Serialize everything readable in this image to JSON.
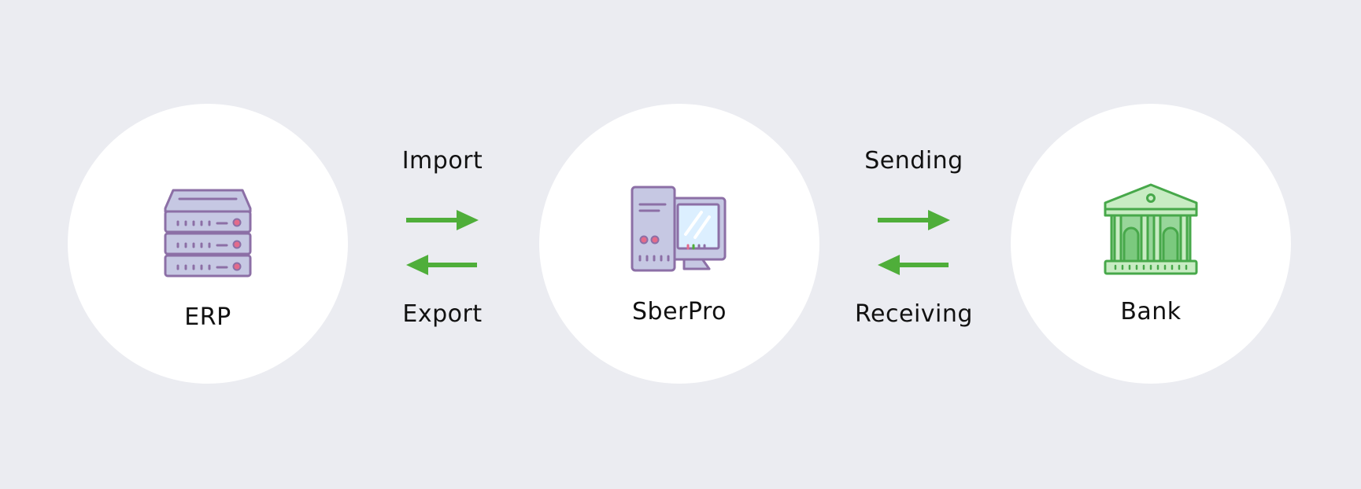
{
  "nodes": {
    "erp": {
      "label": "ERP",
      "icon": "server-rack-icon"
    },
    "sberpro": {
      "label": "SberPro",
      "icon": "desktop-computer-icon"
    },
    "bank": {
      "label": "Bank",
      "icon": "bank-building-icon"
    }
  },
  "links": {
    "erp_sberpro": {
      "top_label": "Import",
      "bottom_label": "Export"
    },
    "sberpro_bank": {
      "top_label": "Sending",
      "bottom_label": "Receiving"
    }
  },
  "colors": {
    "background": "#ebecf1",
    "node_fill": "#ffffff",
    "arrow": "#4fae3a",
    "device_fill": "#c6c8e3",
    "device_stroke": "#8c6fa6",
    "bank_fill": "#98d69a",
    "bank_stroke": "#47a84a"
  }
}
